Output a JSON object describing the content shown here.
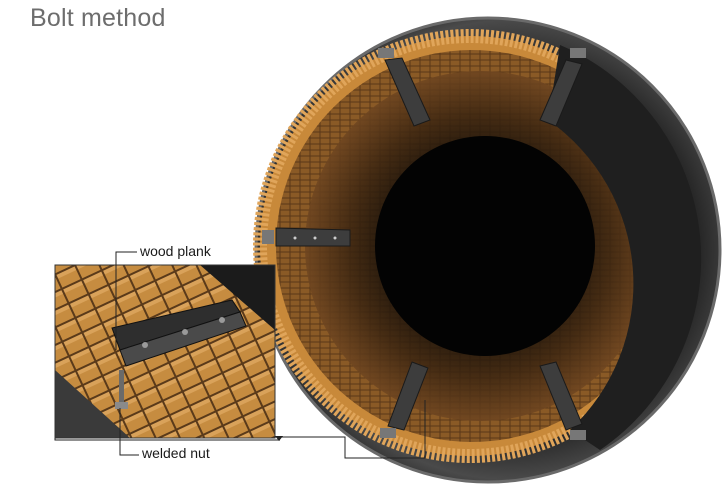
{
  "title": "Bolt method",
  "callouts": {
    "wood_plank": "wood plank",
    "welded_nut": "welded nut"
  },
  "colors": {
    "brick": "#c8893a",
    "brick_dark": "#7a4e1f",
    "shell": "#2b2b2b",
    "plank": "#3a3a3a"
  }
}
